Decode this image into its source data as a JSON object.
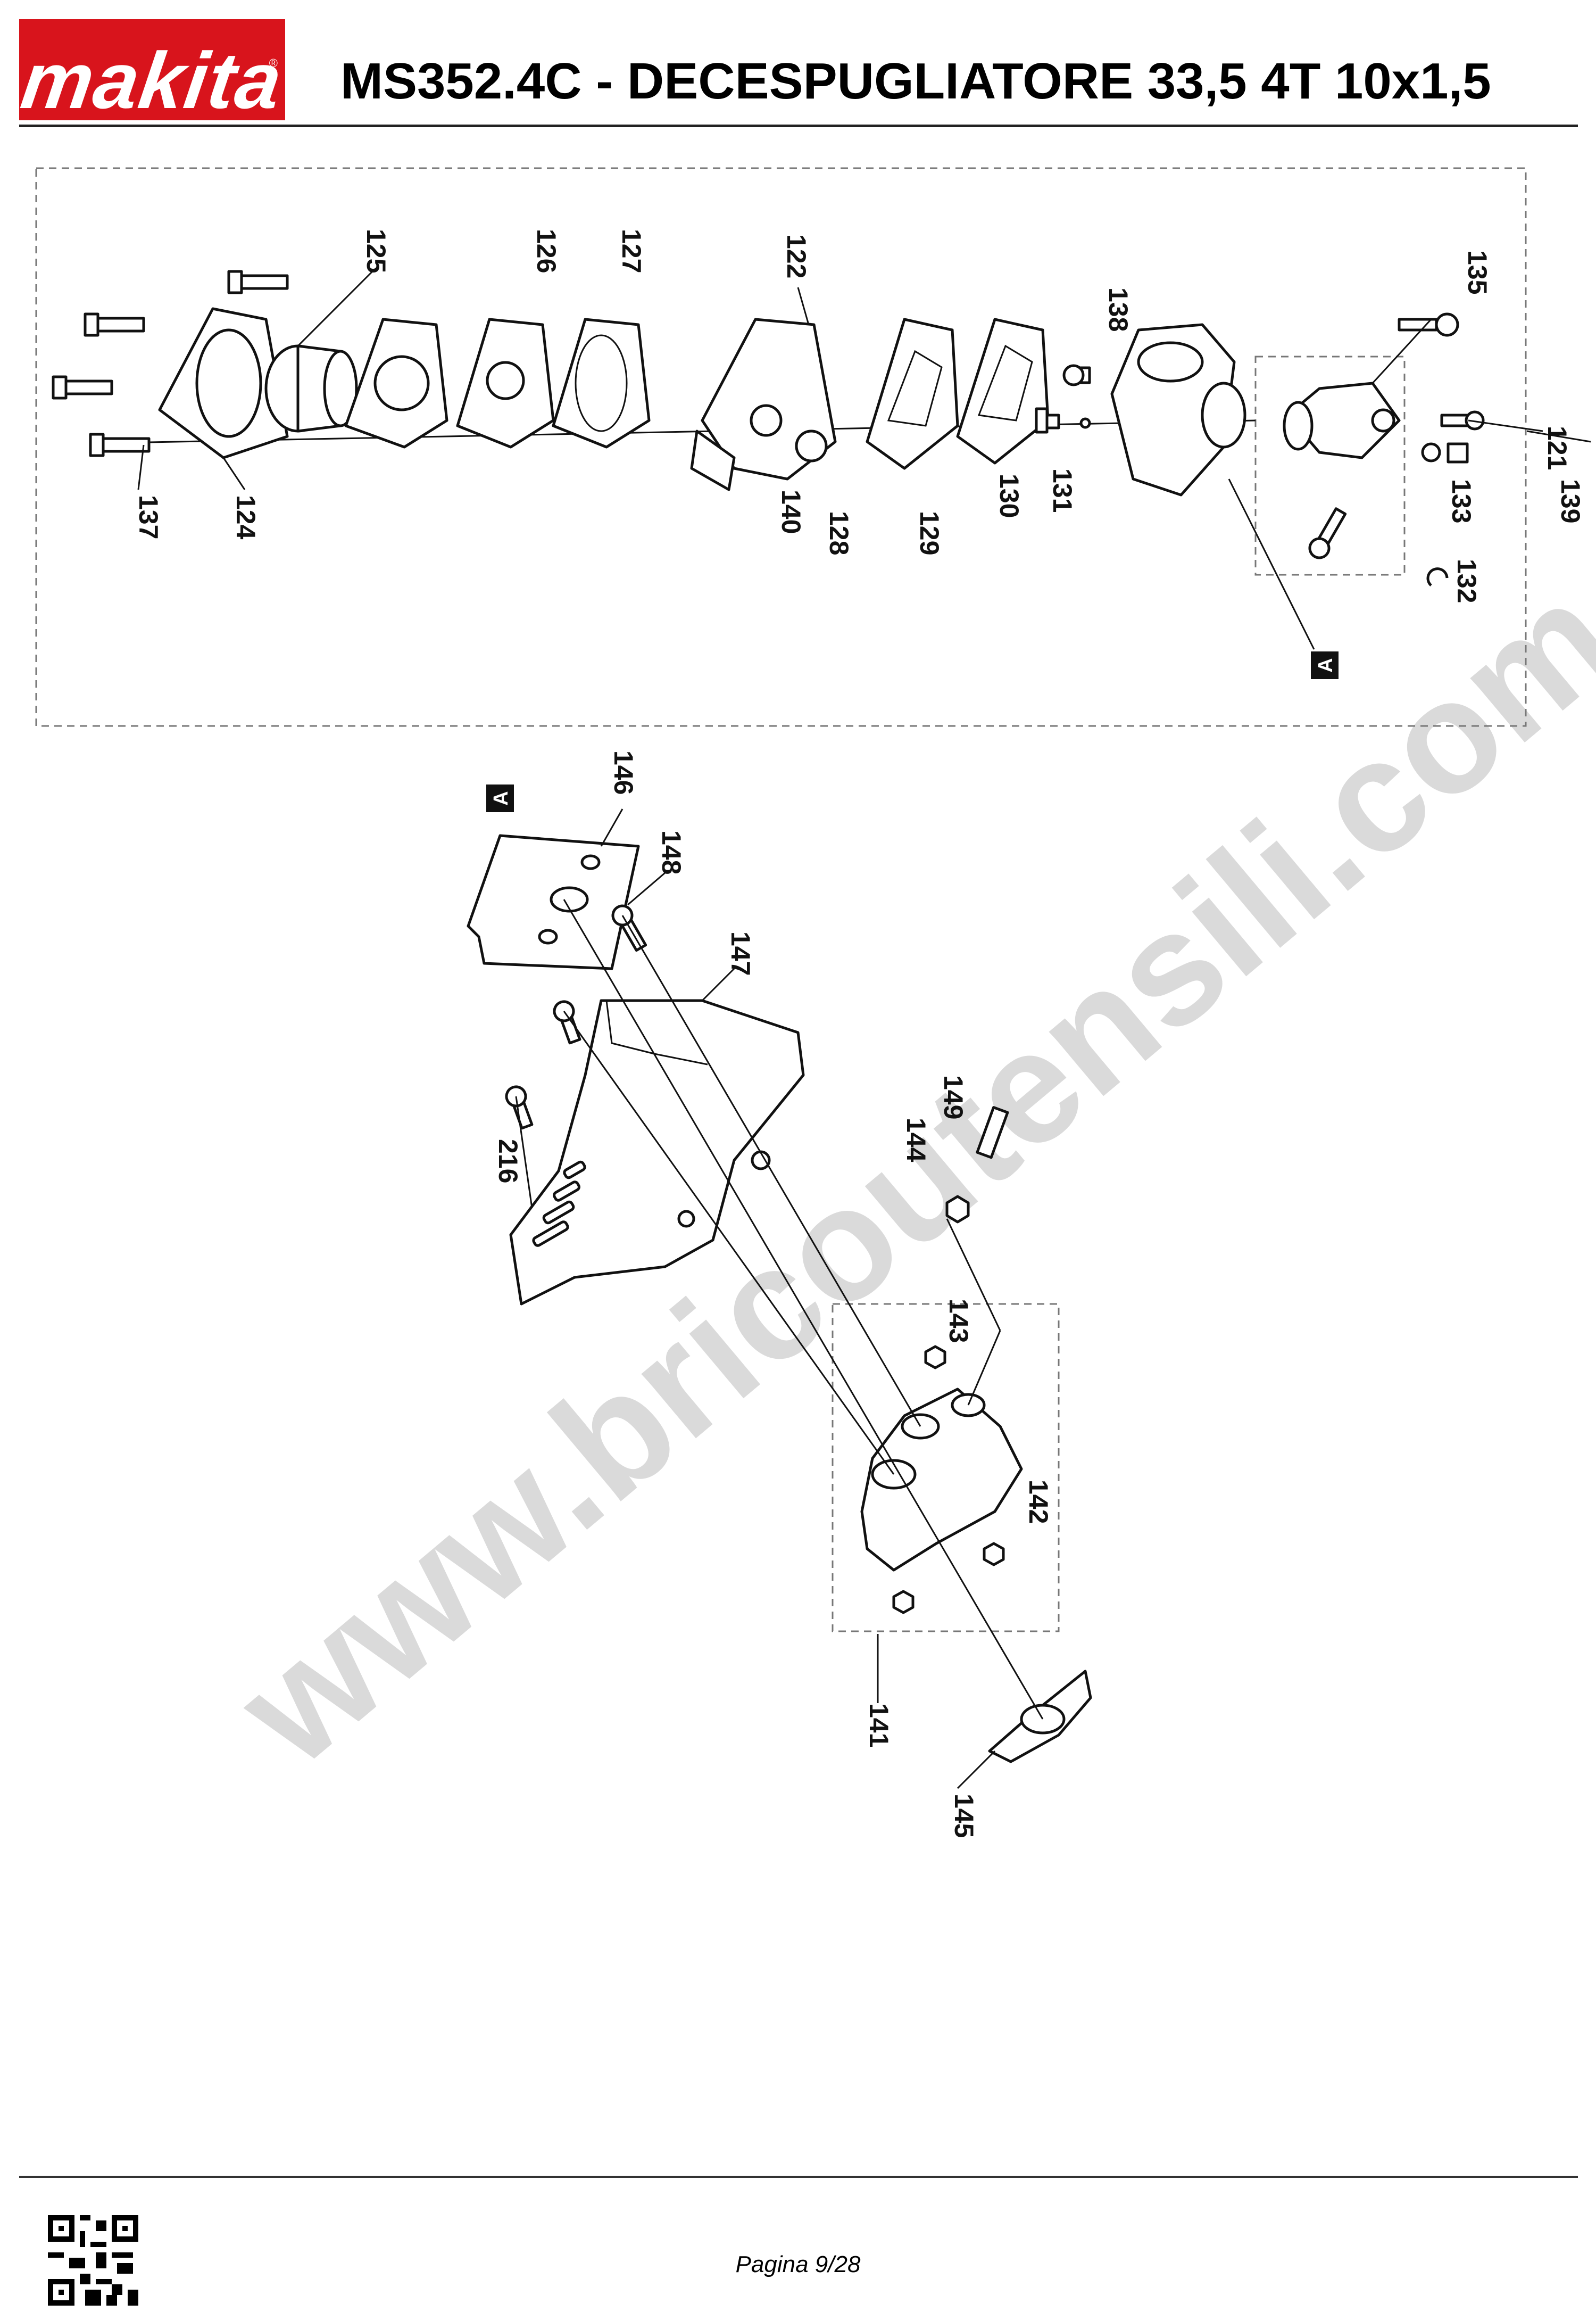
{
  "header": {
    "brand": "makita",
    "title": "MS352.4C - DECESPUGLIATORE 33,5 4T 10x1,5"
  },
  "footer": {
    "page_label": "Pagina 9/28"
  },
  "watermark": "www.bricoutensili.com",
  "colors": {
    "brand_red": "#d8141c",
    "line": "#111111",
    "watermark": "#bdbdbd"
  },
  "callouts": {
    "p121": "121",
    "p122": "122",
    "p124": "124",
    "p125": "125",
    "p126": "126",
    "p127": "127",
    "p128": "128",
    "p129": "129",
    "p130": "130",
    "p131": "131",
    "p132": "132",
    "p133": "133",
    "p135": "135",
    "p137": "137",
    "p138": "138",
    "p139": "139",
    "p140": "140",
    "p141": "141",
    "p142": "142",
    "p143": "143",
    "p144": "144",
    "p145": "145",
    "p146": "146",
    "p147": "147",
    "p148": "148",
    "p149": "149",
    "p216": "216",
    "refA1": "A",
    "refA2": "A"
  }
}
